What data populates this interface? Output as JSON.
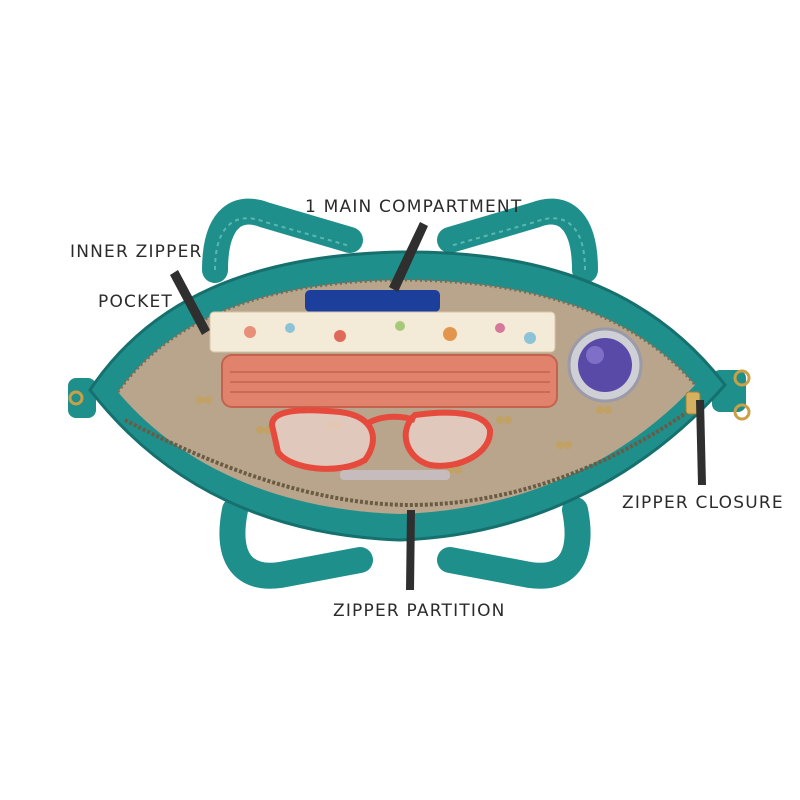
{
  "labels": {
    "main_compartment": "1 MAIN COMPARTMENT",
    "inner_zipper_line1": "INNER ZIPPER",
    "inner_zipper_line2": "POCKET",
    "zipper_closure": "ZIPPER CLOSURE",
    "zipper_partition": "ZIPPER PARTITION"
  },
  "colors": {
    "bag_teal": "#1f8f8c",
    "bag_teal_dark": "#15706e",
    "lining": "#b8a58c",
    "wallet": "#e0826c",
    "arrow": "#2f2f2f"
  }
}
